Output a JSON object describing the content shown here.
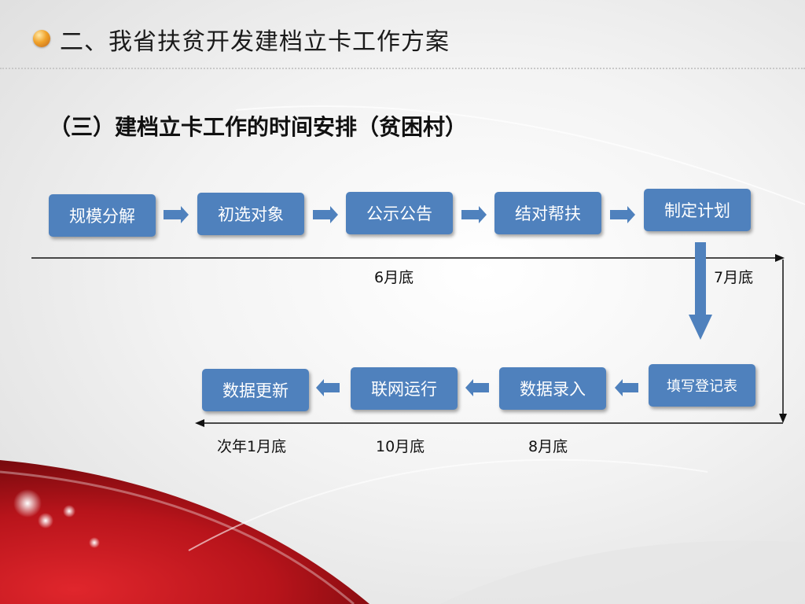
{
  "slide": {
    "title": "二、我省扶贫开发建档立卡工作方案",
    "subtitle": "（三）建档立卡工作的时间安排（贫困村）"
  },
  "flow": {
    "row1": [
      "规模分解",
      "初选对象",
      "公示公告",
      "结对帮扶",
      "制定计划"
    ],
    "row2": [
      "数据更新",
      "联网运行",
      "数据录入",
      "填写登记表"
    ]
  },
  "timeline": {
    "top_labels": [
      "6月底",
      "7月底"
    ],
    "bottom_labels": [
      "次年1月底",
      "10月底",
      "8月底"
    ]
  },
  "colors": {
    "box": "#4f81bd",
    "arrow": "#4f81bd",
    "accent_red": "#b8141b"
  }
}
